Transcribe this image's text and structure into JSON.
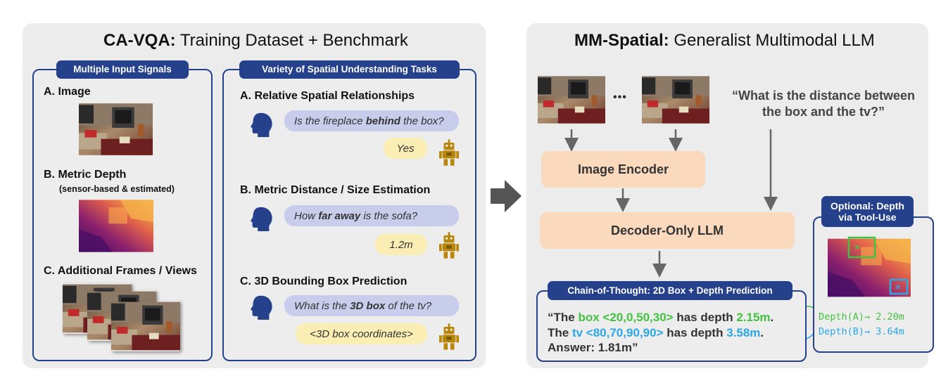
{
  "left_panel": {
    "title_bold": "CA-VQA:",
    "title_rest": " Training Dataset + Benchmark",
    "inputs": {
      "header": "Multiple Input Signals",
      "a_label": "A. Image",
      "b_label": "B. Metric Depth",
      "b_sub": "(sensor-based & estimated)",
      "c_label": "C. Additional Frames / Views"
    },
    "tasks": {
      "header": "Variety of Spatial Understanding Tasks",
      "a_label": "A. Relative Spatial Relationships",
      "a_q_pre": "Is the fireplace ",
      "a_q_bold": "behind",
      "a_q_post": " the box?",
      "a_answer": "Yes",
      "b_label": "B. Metric Distance / Size Estimation",
      "b_q_pre": "How ",
      "b_q_bold": "far away",
      "b_q_post": " is the sofa?",
      "b_answer": "1.2m",
      "c_label": "C. 3D Bounding Box Prediction",
      "c_q_pre": "What is the ",
      "c_q_bold": "3D box",
      "c_q_post": " of the tv?",
      "c_answer": "<3D box coordinates>"
    }
  },
  "right_panel": {
    "title_bold": "MM-Spatial:",
    "title_rest": " Generalist Multimodal LLM",
    "ellipsis": "•••",
    "question_line1": "“What is the distance between",
    "question_line2": "the box and the tv?”",
    "image_encoder": "Image Encoder",
    "decoder": "Decoder-Only LLM",
    "cot_header": "Chain-of-Thought: 2D Box + Depth Prediction",
    "cot_l1_a": "“The ",
    "cot_l1_obj": "box <20,0,50,30>",
    "cot_l1_b": " has depth ",
    "cot_l1_val": "2.15m",
    "cot_l1_c": ".",
    "cot_l2_a": " The ",
    "cot_l2_obj": "tv <80,70,90,90>",
    "cot_l2_b": " has depth ",
    "cot_l2_val": "3.58m",
    "cot_l2_c": ".",
    "cot_l3": " Answer: 1.81m”",
    "tool_header_1": "Optional: Depth",
    "tool_header_2": "via Tool-Use",
    "depth_a": "Depth(A)→ 2.20m",
    "depth_b": "Depth(B)→ 3.64m"
  },
  "colors": {
    "navy": "#25418c",
    "panel_bg": "#ececec",
    "question_bubble": "#c7cdeb",
    "answer_bubble": "#fbeeb5",
    "block": "#fad9bd",
    "green": "#43c240",
    "blue": "#2aa7e8"
  },
  "icons": [
    "head-silhouette-icon",
    "robot-icon",
    "arrow-right-icon",
    "arrow-down-icon"
  ]
}
